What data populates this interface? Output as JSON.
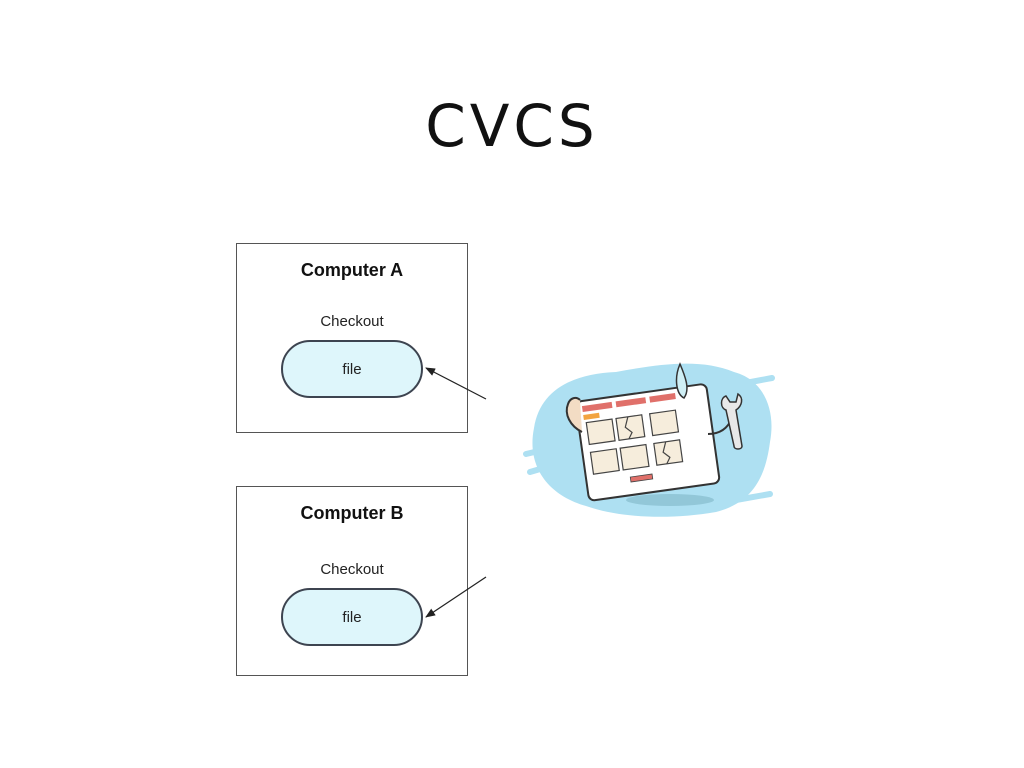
{
  "slide": {
    "title": "CVCS"
  },
  "computers": [
    {
      "name": "Computer A",
      "checkout_label": "Checkout",
      "file_label": "file"
    },
    {
      "name": "Computer B",
      "checkout_label": "Checkout",
      "file_label": "file"
    }
  ],
  "colors": {
    "file_fill": "#def6fb",
    "splash_blue": "#aee0f2",
    "tab_red": "#e0706a",
    "tab_orange": "#f2a440"
  }
}
